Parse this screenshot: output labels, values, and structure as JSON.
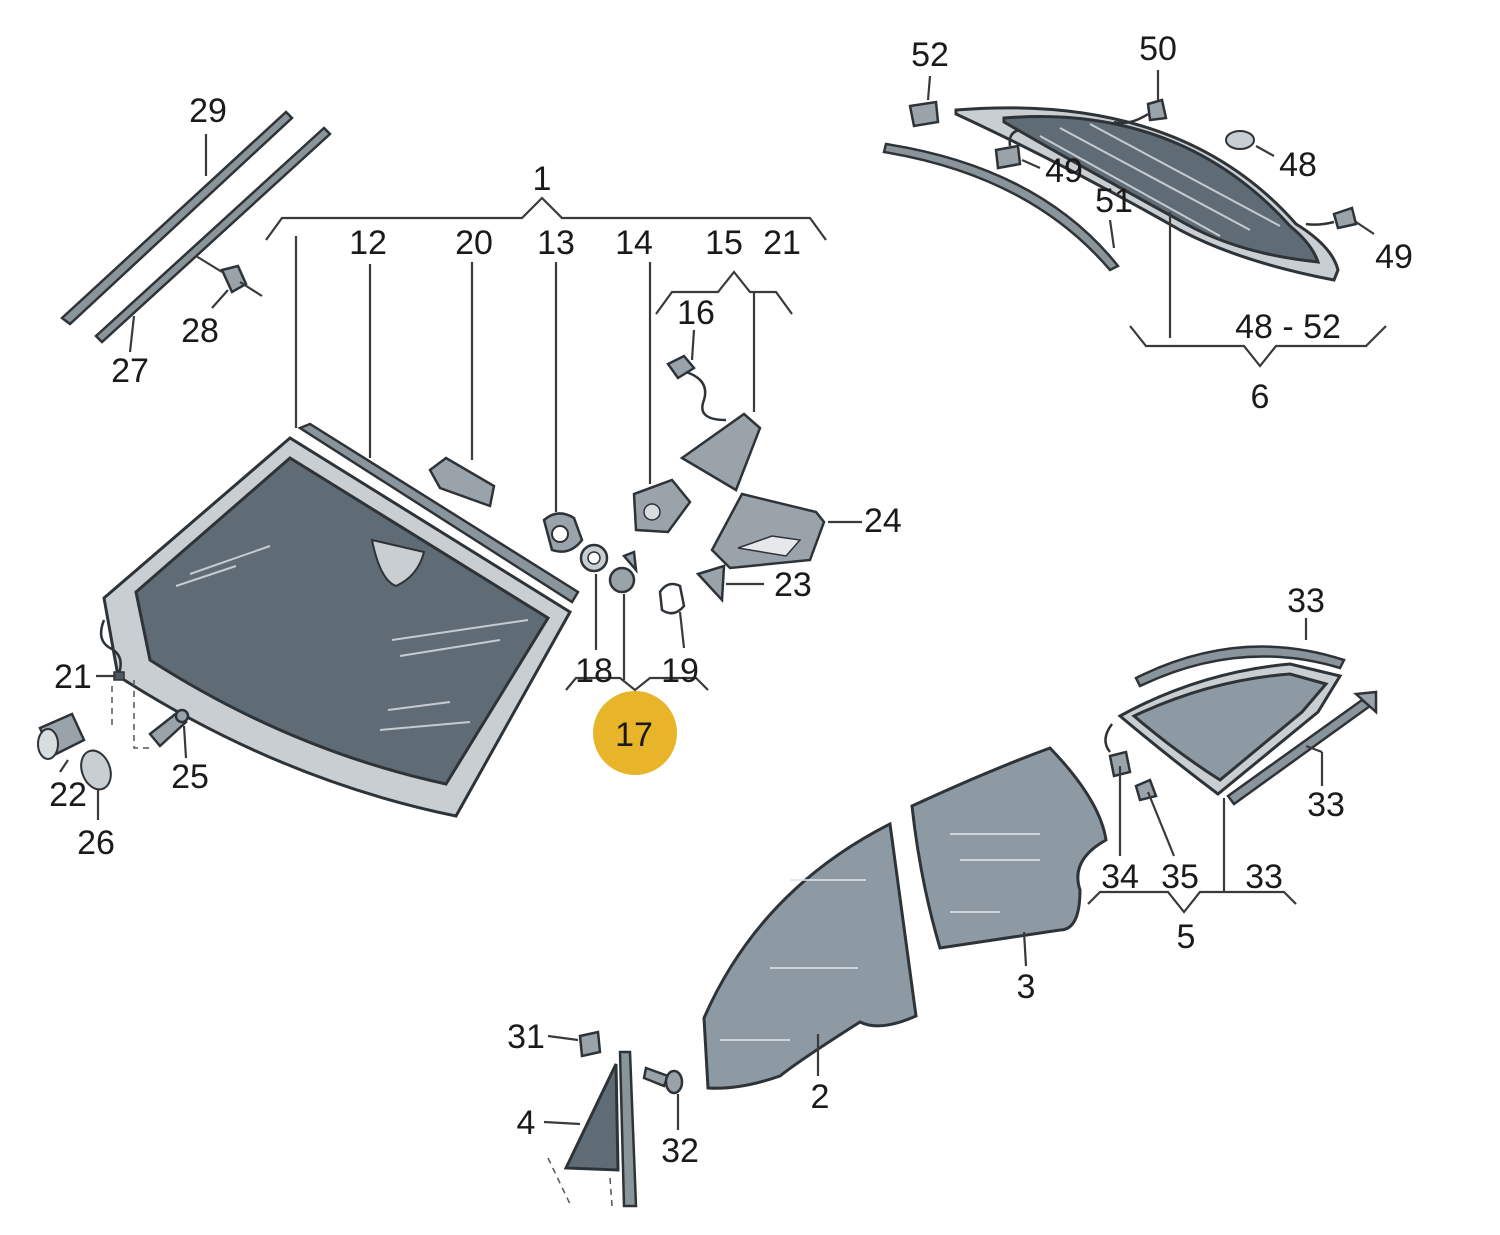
{
  "colors": {
    "highlight": "#e8b52a",
    "glass": "#5f6b75",
    "frame": "#c9ced2",
    "line": "#3a3a3a"
  },
  "labels": {
    "l1": "1",
    "l2": "2",
    "l3": "3",
    "l4": "4",
    "l5": "5",
    "l6": "6",
    "l12": "12",
    "l13": "13",
    "l14": "14",
    "l15": "15",
    "l16": "16",
    "l17": "17",
    "l18": "18",
    "l19": "19",
    "l20": "20",
    "l21a": "21",
    "l21b": "21",
    "l22": "22",
    "l23": "23",
    "l24": "24",
    "l25": "25",
    "l26": "26",
    "l27": "27",
    "l28": "28",
    "l29": "29",
    "l31": "31",
    "l32": "32",
    "l33a": "33",
    "l33b": "33",
    "l33c": "33",
    "l34": "34",
    "l35": "35",
    "l48": "48",
    "l49a": "49",
    "l49b": "49",
    "l50": "50",
    "l51": "51",
    "l52": "52",
    "l48_52": "48 - 52"
  }
}
